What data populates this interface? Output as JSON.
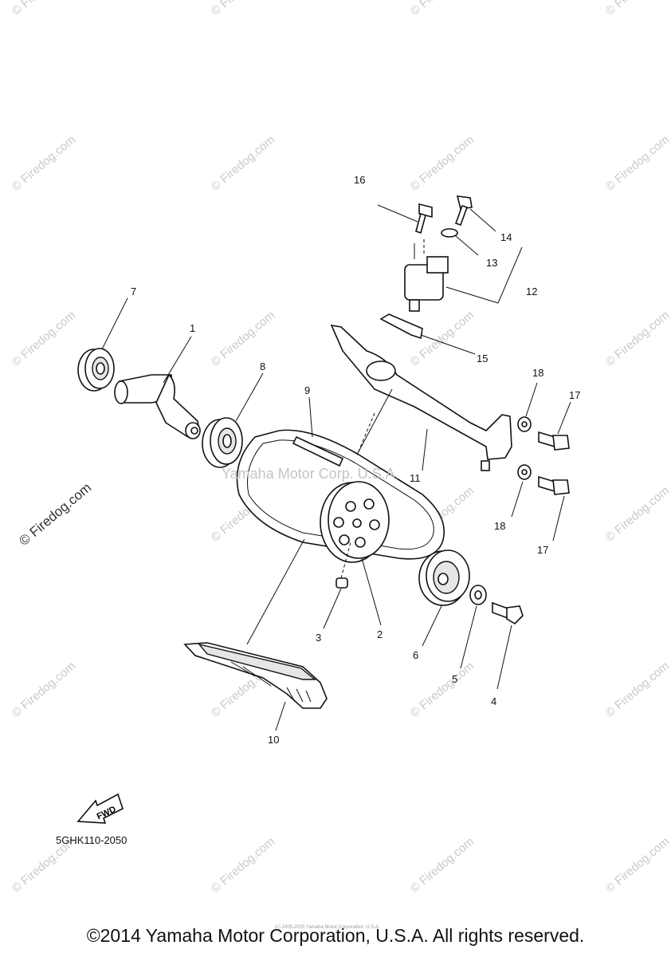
{
  "parts": [
    {
      "num": "1"
    },
    {
      "num": "2"
    },
    {
      "num": "3"
    },
    {
      "num": "4"
    },
    {
      "num": "5"
    },
    {
      "num": "6"
    },
    {
      "num": "7"
    },
    {
      "num": "8"
    },
    {
      "num": "9"
    },
    {
      "num": "10"
    },
    {
      "num": "11"
    },
    {
      "num": "12"
    },
    {
      "num": "13"
    },
    {
      "num": "14"
    },
    {
      "num": "15"
    },
    {
      "num": "16"
    },
    {
      "num": "17"
    },
    {
      "num": "18"
    }
  ],
  "watermark": "© Firedog.com",
  "center_watermark": "Yamaha Motor Corp. U.S.A.",
  "fwd_label": "FWD",
  "diagram_code": "5GHK110-2050",
  "tiny_note": "(c) 2005-2015 Yamaha Motor Corporation, U.S.A.",
  "copyright": "©2014 Yamaha Motor Corporation, U.S.A. All rights reserved."
}
